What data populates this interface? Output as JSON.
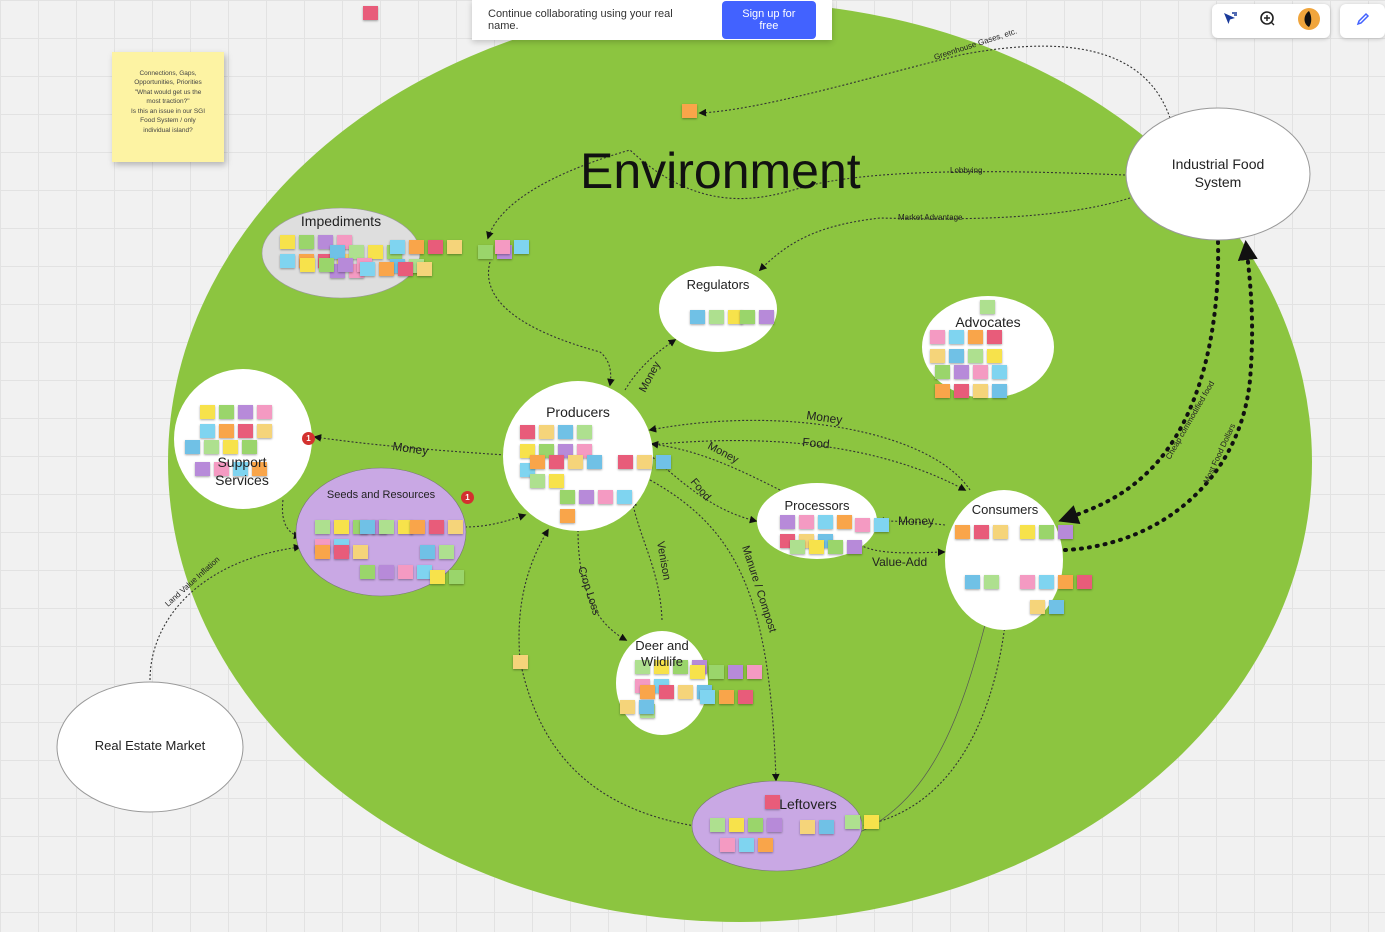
{
  "toolbar": {
    "banner_text": "Continue collaborating using your real name.",
    "signup_label": "Sign up for free",
    "tool_icons": [
      "cursor-arrow-icon",
      "comment-add-icon",
      "user-avatar-icon",
      "pen-edit-icon"
    ]
  },
  "sticky_note": {
    "lines": [
      "Connections, Gaps,",
      "Opportunities, Priorities",
      "\"What would get us the",
      "most traction?\"",
      "Is this an issue in our SGI",
      "Food System / only",
      "individual island?"
    ]
  },
  "board": {
    "title": "Environment",
    "nodes": {
      "industrial": "Industrial Food\nSystem",
      "regulators": "Regulators",
      "impediments": "Impediments",
      "advocates": "Advocates",
      "producers": "Producers",
      "support": "Support\nServices",
      "seeds": "Seeds and Resources",
      "processors": "Processors",
      "consumers": "Consumers",
      "deer": "Deer and\nWildlife",
      "leftovers": "Leftovers",
      "real_estate": "Real Estate Market"
    },
    "edges": {
      "greenhouse": "Greenhouse Gases, etc.",
      "lobbying": "Lobbying",
      "market_advantage": "Market Advantage",
      "money_regulators": "Money",
      "money_support": "Money",
      "money_consumers_1": "Money",
      "food_consumers": "Food",
      "money_processors_1": "Money",
      "food_processors": "Food",
      "money_processors_2": "Money",
      "value_add": "Value-Add",
      "cheap_food": "Cheap commodified food",
      "most_dollars": "Most Food Dollars",
      "crop_loss": "Crop Loss",
      "venison": "Venison",
      "manure": "Manure / Compost",
      "land_value": "Land Value Inflation"
    },
    "badges": [
      "1",
      "1"
    ]
  },
  "colors": {
    "environment_green": "#8cc540",
    "purple_node": "#c9a8e4",
    "grey_node": "#dedede",
    "accent_blue": "#4262ff",
    "badge_red": "#d3312f"
  }
}
